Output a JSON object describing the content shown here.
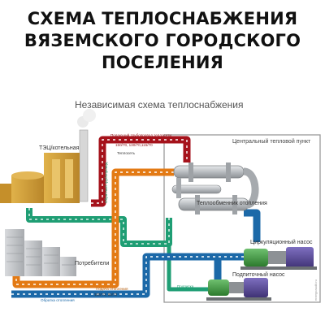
{
  "page": {
    "title_lines": [
      "СХЕМА ТЕПЛОСНАБЖЕНИЯ",
      "ВЯЗЕМСКОГО ГОРОДСКОГО",
      "ПОСЕЛЕНИЯ"
    ]
  },
  "diagram": {
    "subtitle": "Независимая схема теплоснабжения",
    "ctp_label": "Центральный тепловой пункт",
    "source_label": "ТЭЦ/котельная",
    "consumers_label": "Потребители",
    "heat_exchanger_label": "Теплообменник отопления",
    "circ_pump_label": "Циркуляционный насос",
    "makeup_pump_label": "Подпиточный насос",
    "supply_pipe_label": "Подающий трубопровод теплосети",
    "supply_temps": "150/70, 130/70,115/70",
    "return_pipe_label": "Теплосеть",
    "return_main_label": "Обратный трубопровод",
    "heating_supply_label": "Подача отопления",
    "heating_temps": "105/70, 95/70",
    "heating_return_label": "Обратка отопления",
    "makeup_label": "Подпитка",
    "watermark": "energoaudit.ru",
    "colors": {
      "supply_red": "#a5121b",
      "heating_orange": "#e37a14",
      "return_green": "#1f9e74",
      "heating_blue": "#1c69a8",
      "ctp_border": "#9a9a9a",
      "equipment_grey": "#c9cccf",
      "building_gold": "#c9972e",
      "pump_green": "#3e8e3f",
      "motor_purple": "#5a4a94"
    }
  }
}
